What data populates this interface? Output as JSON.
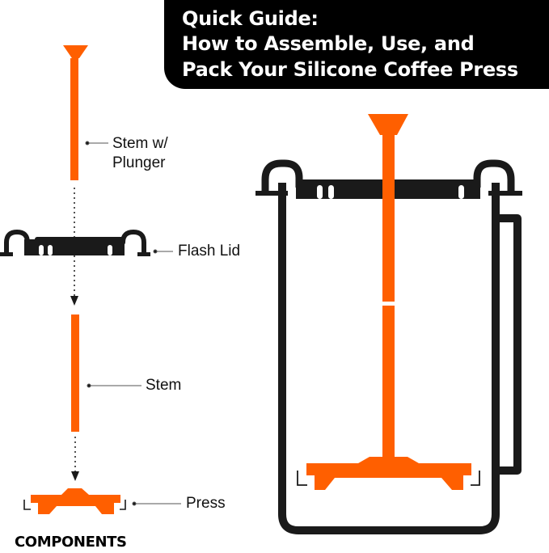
{
  "banner": {
    "line1": "Quick Guide:",
    "line2": "How to Assemble, Use, and",
    "line3": "Pack Your Silicone Coffee Press"
  },
  "components": {
    "stem_plunger": "Stem w/\nPlunger",
    "flash_lid": "Flash Lid",
    "stem": "Stem",
    "press": "Press"
  },
  "footer": "COMPONENTS",
  "colors": {
    "orange": "#FF5F00",
    "black": "#1A1A1A",
    "banner": "#000000"
  }
}
